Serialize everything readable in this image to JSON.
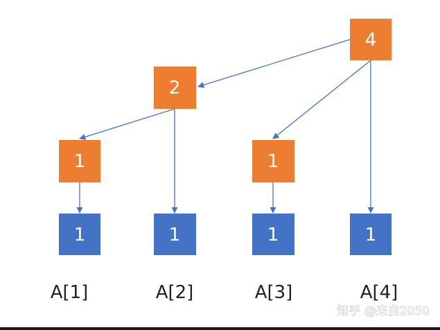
{
  "colors": {
    "orange": "#ED7D31",
    "blue": "#4472C4",
    "arrow": "#4472C4"
  },
  "nodes": {
    "c4": "4",
    "c2": "2",
    "c1a": "1",
    "c1b": "1",
    "a1": "1",
    "a2": "1",
    "a3": "1",
    "a4": "1"
  },
  "labels": [
    "A[1]",
    "A[2]",
    "A[3]",
    "A[4]"
  ],
  "watermark": "知乎 @来自2050"
}
